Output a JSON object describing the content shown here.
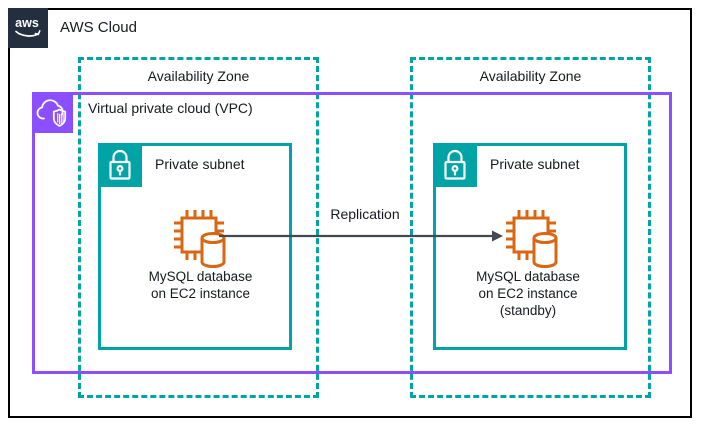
{
  "aws_cloud": {
    "label": "AWS Cloud",
    "logo_text": "aws"
  },
  "vpc": {
    "label": "Virtual private cloud (VPC)"
  },
  "zones": [
    {
      "label": "Availability Zone"
    },
    {
      "label": "Availability Zone"
    }
  ],
  "subnets": [
    {
      "label": "Private subnet"
    },
    {
      "label": "Private subnet"
    }
  ],
  "instances": [
    {
      "lines": [
        "MySQL database",
        "on EC2 instance"
      ]
    },
    {
      "lines": [
        "MySQL database",
        "on EC2 instance",
        "(standby)"
      ]
    }
  ],
  "replication": {
    "label": "Replication"
  },
  "colors": {
    "teal": "#00a4a6",
    "purple": "#8c4fff",
    "orange": "#d86613",
    "dark_navy": "#232f3e",
    "arrow_gray": "#424952",
    "border_black": "#000000"
  }
}
